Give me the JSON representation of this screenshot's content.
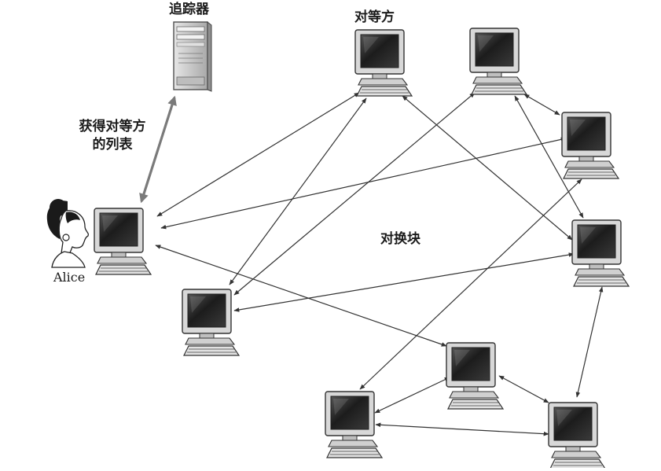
{
  "labels": {
    "tracker": "追踪器",
    "peers": "对等方",
    "get_list_line1": "获得对等方",
    "get_list_line2": "的列表",
    "alice": "Alice",
    "exchange": "对换块"
  },
  "icons": {
    "server": "server-tower-icon",
    "computer": "desktop-computer-icon",
    "person": "alice-person-icon"
  },
  "colors": {
    "line": "#333333",
    "tracker_link": "#7a7a7a",
    "monitor_body": "#d8d8d8",
    "screen": "#2a2a2a",
    "server_body": "#cfcfcf"
  }
}
